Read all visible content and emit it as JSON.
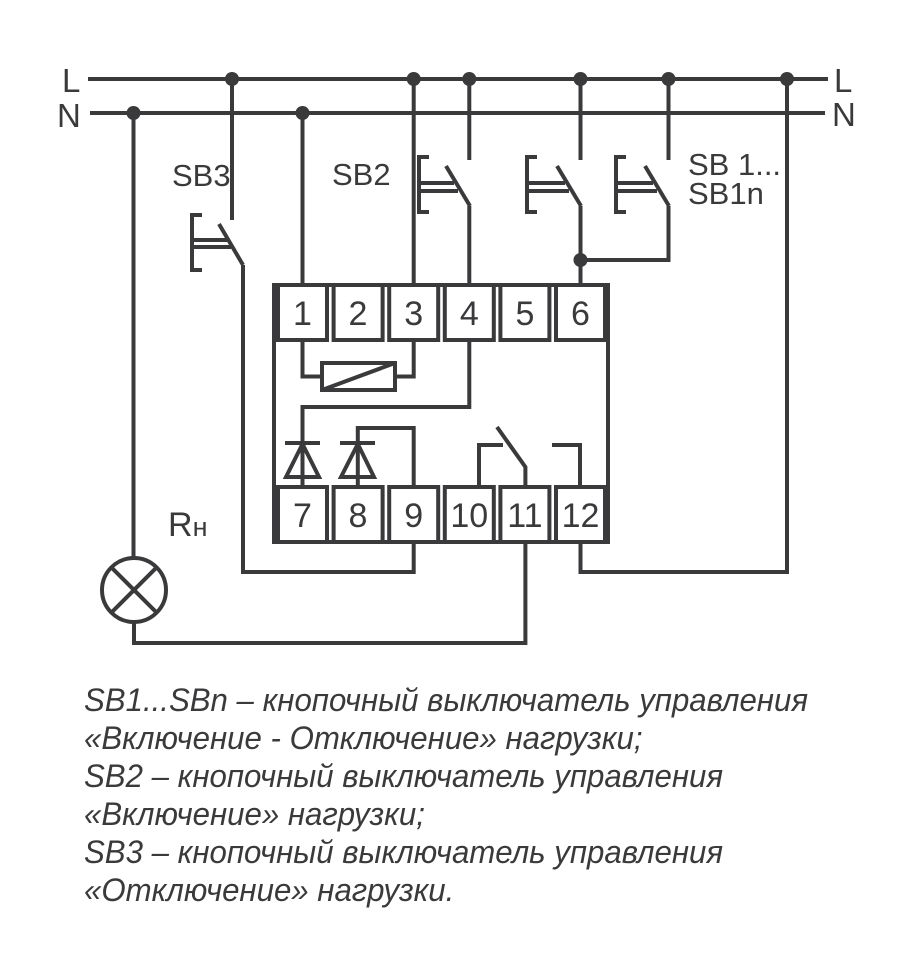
{
  "colors": {
    "stroke": "#3a3a3c",
    "background": "#ffffff"
  },
  "power_rails": {
    "l_label_left": "L",
    "n_label_left": "N",
    "l_label_right": "L",
    "n_label_right": "N"
  },
  "switches": {
    "sb3_label": "SB3",
    "sb2_label": "SB2",
    "sb1_label_line1": "SB 1...",
    "sb1_label_line2": "SB1n"
  },
  "load": {
    "label_main": "R",
    "label_sub": "н"
  },
  "terminals": {
    "top": [
      "1",
      "2",
      "3",
      "4",
      "5",
      "6"
    ],
    "bottom": [
      "7",
      "8",
      "9",
      "10",
      "11",
      "12"
    ]
  },
  "caption": {
    "lines": [
      "SB1...SBn – кнопочный выключатель управления",
      "«Включение - Отключение» нагрузки;",
      "SB2 – кнопочный выключатель управления",
      "«Включение» нагрузки;",
      "SB3 – кнопочный выключатель управления",
      "«Отключение» нагрузки."
    ]
  }
}
